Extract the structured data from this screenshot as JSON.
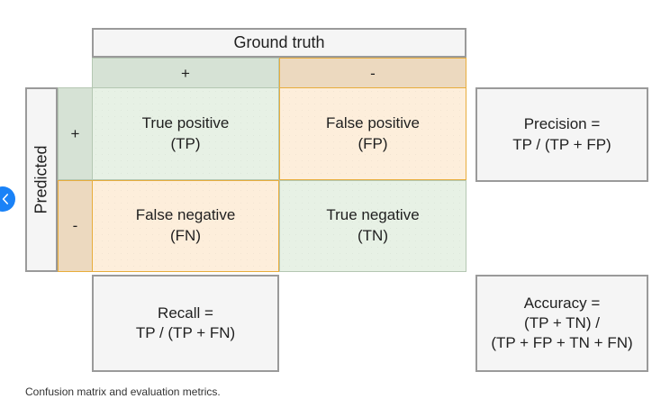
{
  "figure": {
    "caption": "Confusion matrix and evaluation metrics.",
    "ground_truth_header": "Ground truth",
    "predicted_header": "Predicted",
    "ground_truth_levels": [
      "+",
      "-"
    ],
    "predicted_levels": [
      "+",
      "-"
    ],
    "cells": {
      "true_positive": "True positive\n(TP)",
      "false_positive": "False positive\n(FP)",
      "false_negative": "False negative\n(FN)",
      "true_negative": "True negative\n(TN)"
    },
    "metrics": {
      "precision": "Precision =\nTP / (TP + FP)",
      "recall": "Recall =\nTP / (TP + FN)",
      "accuracy": "Accuracy =\n(TP + TN) /\n(TP + FP + TN + FN)"
    },
    "colors": {
      "correct_fill": "#e7f1e5",
      "correct_header_fill": "#d6e2d5",
      "correct_border": "#b4c7b2",
      "error_fill": "#fdeedb",
      "error_header_fill": "#ecd9bf",
      "error_border": "#e8ad3c",
      "neutral_fill": "#f5f5f5",
      "neutral_border": "#9a9a9a",
      "carousel_accent": "#1a82f7"
    }
  },
  "carousel": {
    "prev_label": "chevron-left-icon"
  }
}
